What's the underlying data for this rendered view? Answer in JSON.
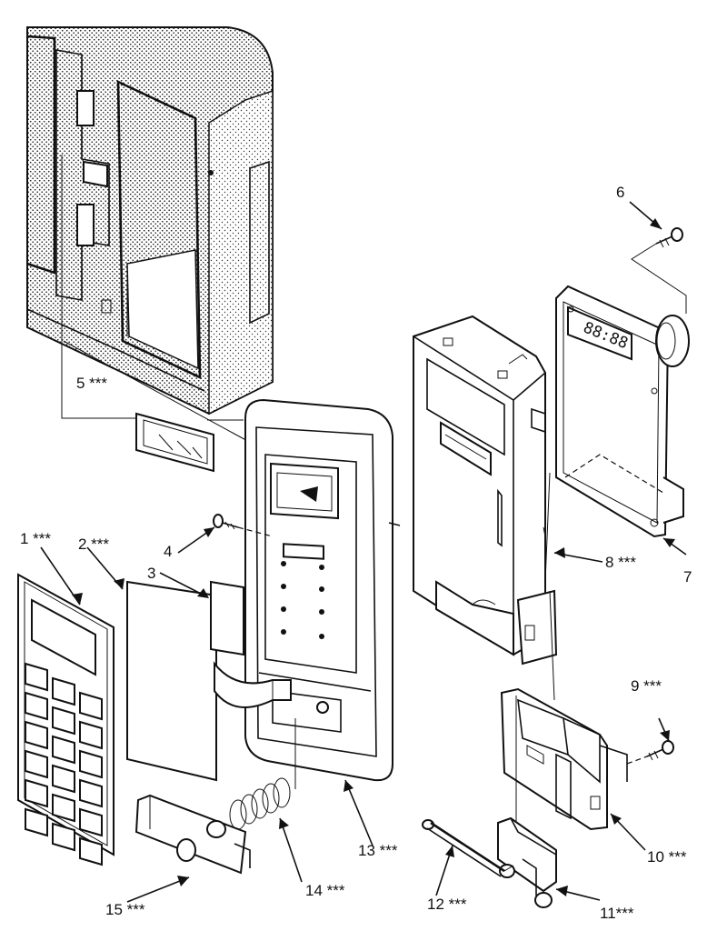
{
  "callouts": {
    "c1": "1 ***",
    "c2": "2 ***",
    "c3": "3",
    "c4": "4",
    "c5": "5 ***",
    "c6": "6",
    "c7": "7",
    "c8": "8 ***",
    "c9": "9 ***",
    "c10": "10 ***",
    "c11": "11***",
    "c12": "12 ***",
    "c13": "13 ***",
    "c14": "14 ***",
    "c15": "15 ***"
  },
  "display": {
    "digits": "88:88"
  }
}
